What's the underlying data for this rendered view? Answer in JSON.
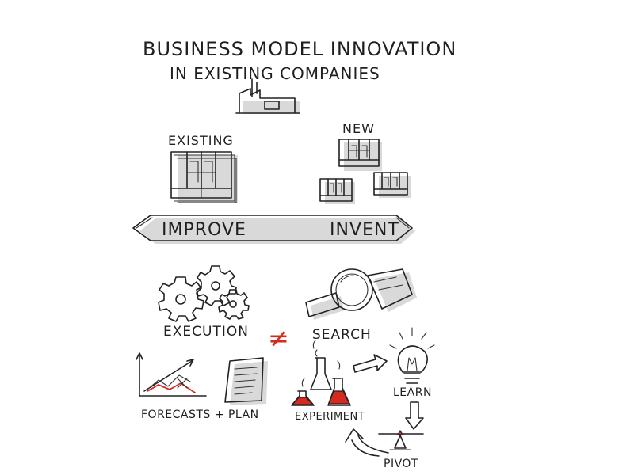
{
  "title": {
    "line1": "BUSINESS MODEL INNOVATION",
    "line2": "IN EXISTING COMPANIES"
  },
  "existing_label": "EXISTING",
  "new_label": "NEW",
  "arrow": {
    "left_label": "IMPROVE",
    "right_label": "INVENT"
  },
  "execution_label": "EXECUTION",
  "search_label": "SEARCH",
  "not_equal_symbol": "≠",
  "forecasts_label": "FORECASTS + PLAN",
  "cycle": {
    "experiment_label": "EXPERIMENT",
    "learn_label": "LEARN",
    "pivot_label": "PIVOT"
  },
  "colors": {
    "ink": "#222222",
    "accent": "#d42a20",
    "shadow": "#d9d9d9"
  }
}
